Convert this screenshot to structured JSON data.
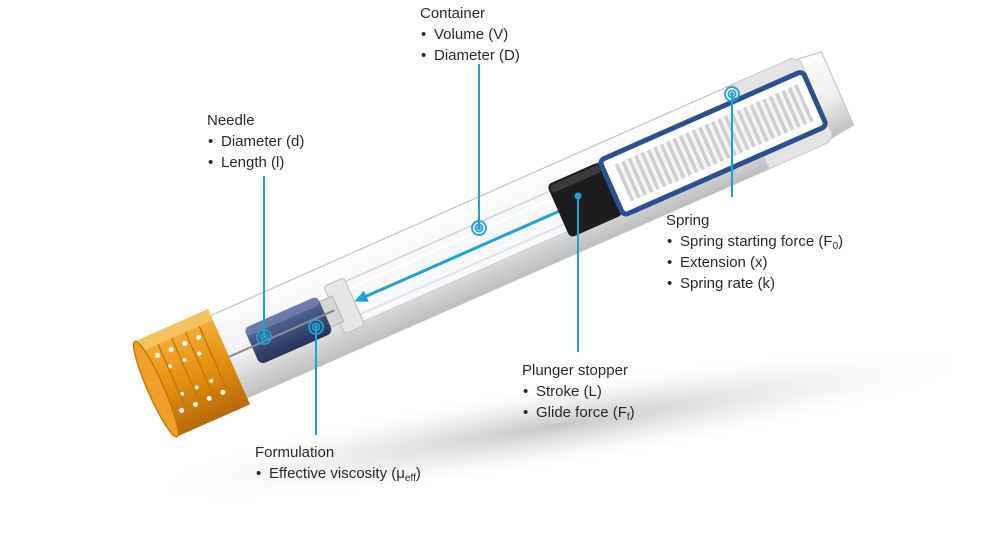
{
  "colors": {
    "leader": "#1aa3d6",
    "cap": "#e8920f",
    "spring_band": "#2c4f8f",
    "stopper": "#1c1c1c",
    "plunger": "#3e4f7a"
  },
  "labels": {
    "container": {
      "title": "Container",
      "items": [
        "Volume (V)",
        "Diameter (D)"
      ]
    },
    "needle": {
      "title": "Needle",
      "items": [
        "Diameter (d)",
        "Length (l)"
      ]
    },
    "spring": {
      "title": "Spring",
      "items": [
        {
          "text": "Spring starting force (F",
          "sub": "0",
          "tail": ")"
        },
        {
          "text": "Extension (x)"
        },
        {
          "text": "Spring rate (k)"
        }
      ]
    },
    "plunger_stopper": {
      "title": "Plunger stopper",
      "items": [
        {
          "text": "Stroke (L)"
        },
        {
          "text": "Glide force (F",
          "sub": "f",
          "tail": ")"
        }
      ]
    },
    "formulation": {
      "title": "Formulation",
      "items": [
        {
          "text": "Effective viscosity (μ",
          "sub": "eff",
          "tail": ")"
        }
      ]
    }
  }
}
